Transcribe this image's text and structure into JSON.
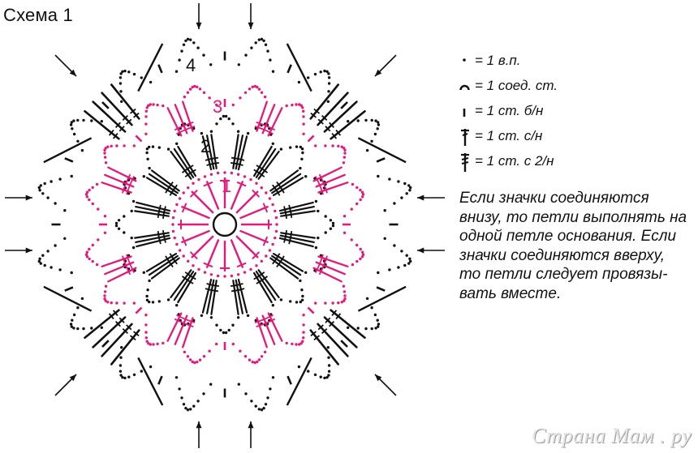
{
  "title": "Схема 1",
  "round_numbers": [
    "1",
    "2",
    "3",
    "4"
  ],
  "legend": [
    {
      "symbol": "chain-dot-icon",
      "text": "= 1 в.п."
    },
    {
      "symbol": "slip-stitch-arc-icon",
      "text": "= 1 соед. ст."
    },
    {
      "symbol": "single-crochet-bar-icon",
      "text": "= 1 ст. б/н"
    },
    {
      "symbol": "double-crochet-icon",
      "text": "= 1 ст. с/н"
    },
    {
      "symbol": "treble-crochet-icon",
      "text": "= 1 ст. с 2/н"
    }
  ],
  "note_lines": [
    "Если значки соединяются",
    "внизу, то петли выполнять на",
    "одной петле основания. Если",
    "значки соединяются вверху,",
    "то петли следует провязы-",
    "вать вместе."
  ],
  "watermark": "Страна Мам . ру",
  "colors": {
    "odd_rounds": "#e5197a",
    "even_rounds": "#111111"
  }
}
